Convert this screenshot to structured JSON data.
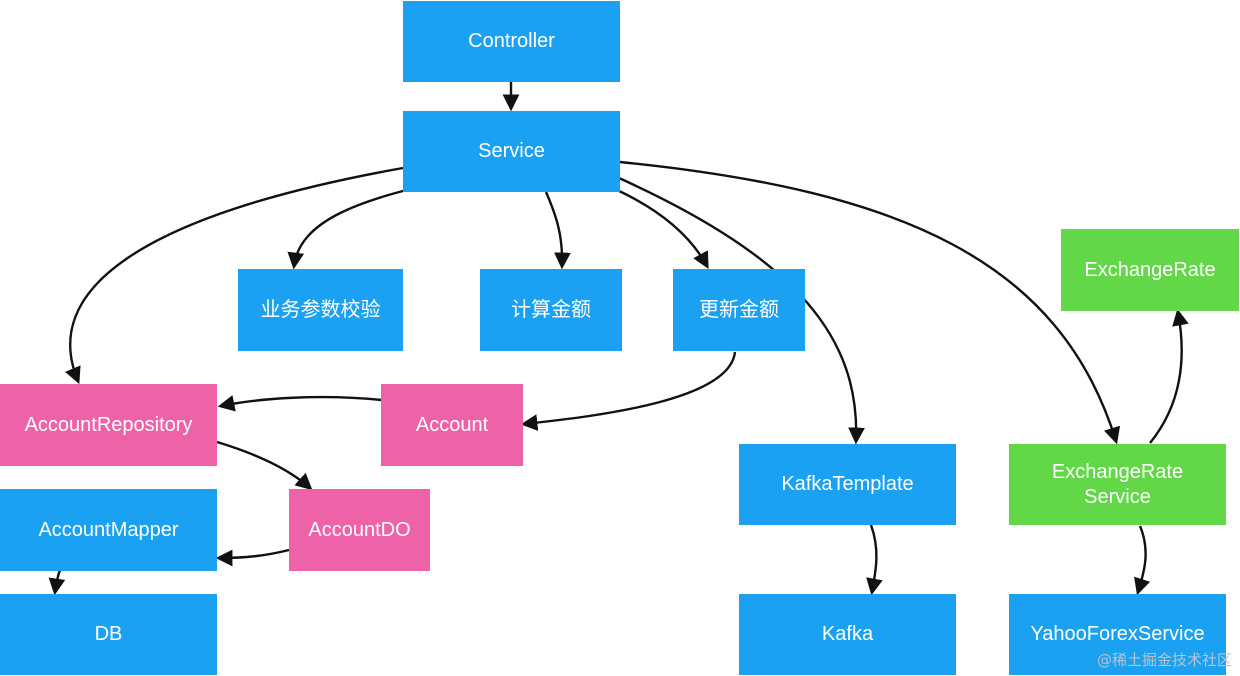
{
  "diagram": {
    "nodes": {
      "controller": "Controller",
      "service": "Service",
      "validate_params": "业务参数校验",
      "calc_amount": "计算金额",
      "update_amount": "更新金额",
      "exchange_rate": "ExchangeRate",
      "account_repository": "AccountRepository",
      "account": "Account",
      "kafka_template": "KafkaTemplate",
      "exchange_rate_service": "ExchangeRate\nService",
      "account_mapper": "AccountMapper",
      "account_do": "AccountDO",
      "db": "DB",
      "kafka": "Kafka",
      "yahoo_forex_service": "YahooForexService"
    },
    "colors": {
      "blue": "#1ba1f2",
      "pink": "#ee62a8",
      "green": "#62d848",
      "edge": "#111111"
    },
    "edges": [
      {
        "from": "controller",
        "to": "service"
      },
      {
        "from": "service",
        "to": "validate_params"
      },
      {
        "from": "service",
        "to": "calc_amount"
      },
      {
        "from": "service",
        "to": "update_amount"
      },
      {
        "from": "service",
        "to": "account_repository"
      },
      {
        "from": "service",
        "to": "kafka_template"
      },
      {
        "from": "service",
        "to": "exchange_rate_service"
      },
      {
        "from": "update_amount",
        "to": "account"
      },
      {
        "from": "account",
        "to": "account_repository"
      },
      {
        "from": "account_repository",
        "to": "account_do"
      },
      {
        "from": "account_do",
        "to": "account_mapper"
      },
      {
        "from": "account_mapper",
        "to": "db"
      },
      {
        "from": "kafka_template",
        "to": "kafka"
      },
      {
        "from": "exchange_rate_service",
        "to": "exchange_rate"
      },
      {
        "from": "exchange_rate_service",
        "to": "yahoo_forex_service"
      }
    ]
  },
  "watermark": "@稀土掘金技术社区"
}
